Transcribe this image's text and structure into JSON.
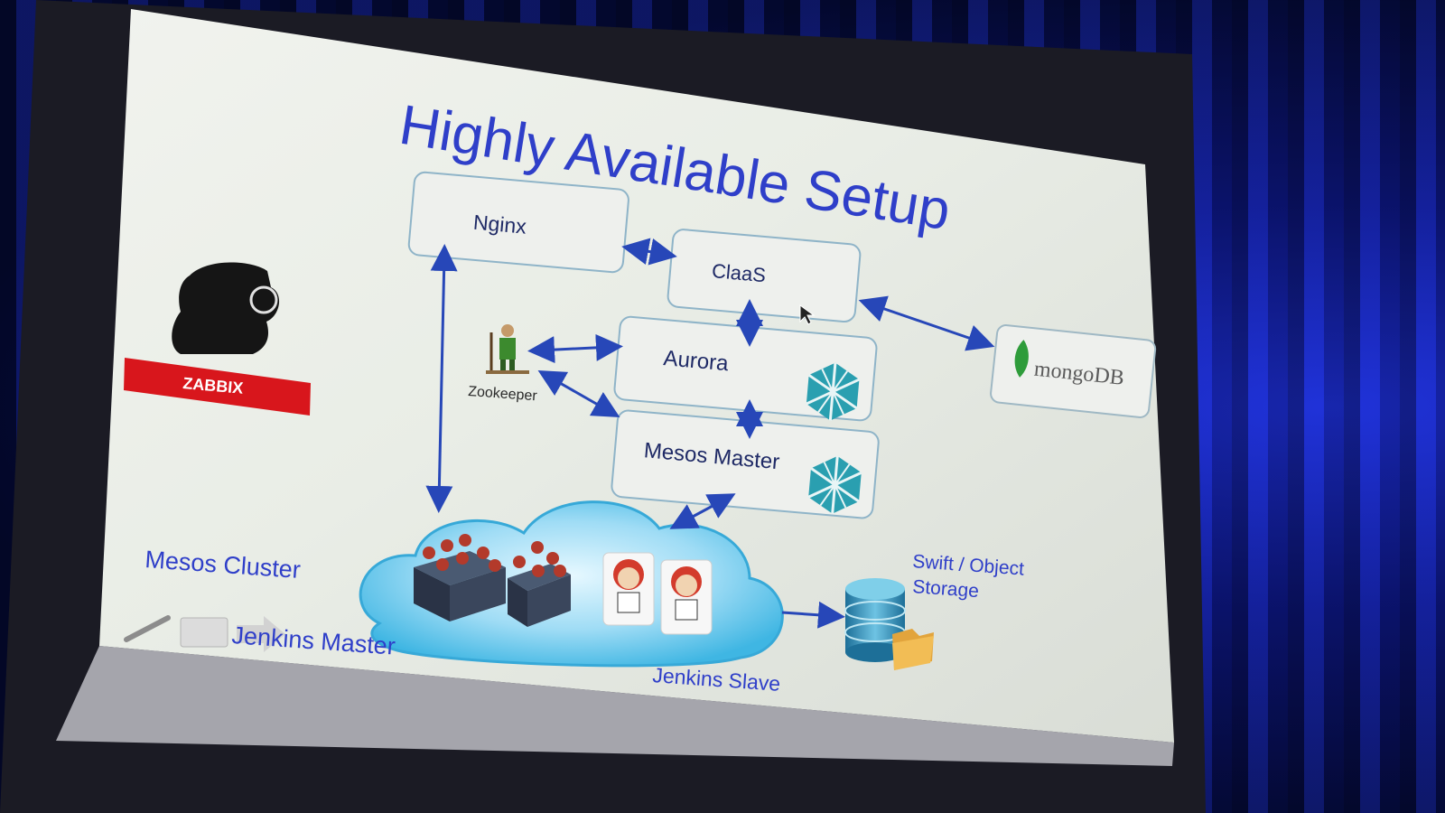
{
  "slide": {
    "title": "Highly Available Setup",
    "nodes": {
      "nginx": "Nginx",
      "claas": "ClaaS",
      "aurora": "Aurora",
      "mesos_master": "Mesos Master",
      "mongodb": "mongoDB",
      "zookeeper": "Zookeeper",
      "zabbix": "ZABBIX"
    },
    "labels": {
      "mesos_cluster": "Mesos Cluster",
      "jenkins_master": "Jenkins Master",
      "jenkins_slave": "Jenkins Slave",
      "swift_storage_line1": "Swift / Object",
      "swift_storage_line2": "Storage"
    }
  },
  "colors": {
    "title_blue": "#2f3fc9",
    "arrow_blue": "#2747b8",
    "zabbix_red": "#d8161c",
    "mongo_green": "#2e9c3a",
    "hex_teal": "#2a9fb0",
    "cloud": "#4fc3ea"
  },
  "icons": [
    "spy-silhouette-icon",
    "hexagon-logo-icon",
    "mongodb-leaf-icon",
    "zookeeper-figure-icon",
    "database-icon",
    "folder-icon",
    "pencil-icon",
    "arrow-right-icon",
    "cursor-icon"
  ]
}
